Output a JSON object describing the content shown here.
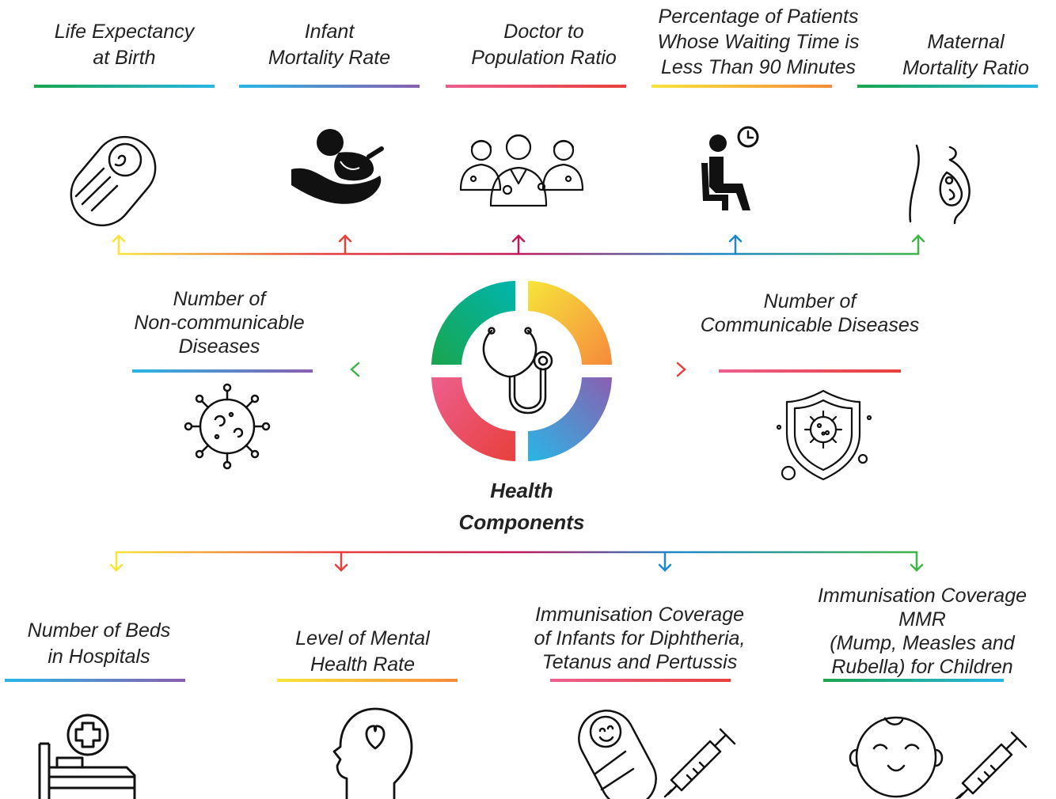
{
  "center": {
    "title_lines": [
      "Health",
      "Components"
    ],
    "icon": "stethoscope-icon"
  },
  "top_items": [
    {
      "lines": [
        "Life Expectancy",
        "at Birth"
      ],
      "icon": "swaddled-baby-icon"
    },
    {
      "lines": [
        "Infant",
        "Mortality Rate"
      ],
      "icon": "infant-in-hand-icon"
    },
    {
      "lines": [
        "Doctor to",
        "Population Ratio"
      ],
      "icon": "doctors-group-icon"
    },
    {
      "lines": [
        "Percentage of Patients",
        "Whose Waiting Time is",
        "Less Than 90 Minutes"
      ],
      "icon": "waiting-patient-clock-icon"
    },
    {
      "lines": [
        "Maternal",
        "Mortality Ratio"
      ],
      "icon": "pregnant-woman-icon"
    }
  ],
  "side_items": [
    {
      "lines": [
        "Number of",
        "Non-communicable",
        "Diseases"
      ],
      "icon": "virus-icon"
    },
    {
      "lines": [
        "Number of",
        "Communicable Diseases"
      ],
      "icon": "virus-shield-icon"
    }
  ],
  "bottom_items": [
    {
      "lines": [
        "Number of Beds",
        "in Hospitals"
      ],
      "icon": "hospital-bed-icon"
    },
    {
      "lines": [
        "Level of Mental",
        "Health Rate"
      ],
      "icon": "head-heart-icon"
    },
    {
      "lines": [
        "Immunisation Coverage",
        "of Infants for Diphtheria,",
        "Tetanus and Pertussis"
      ],
      "icon": "baby-syringe-icon"
    },
    {
      "lines": [
        "Immunisation Coverage",
        "MMR",
        "(Mump, Measles and",
        "Rubella) for Children"
      ],
      "icon": "child-face-syringe-icon"
    }
  ],
  "colors": {
    "teal": "#00b5ad",
    "green": "#1aa54d",
    "yellow": "#f7e53b",
    "orange": "#f58a3c",
    "red": "#e8403c",
    "pink": "#ec5f8e",
    "magenta": "#c2185b",
    "purple": "#8a5fb0",
    "blue": "#1e88c8",
    "cyan": "#29b6e6",
    "lime": "#3fb54a",
    "icon_stroke": "#111111"
  }
}
